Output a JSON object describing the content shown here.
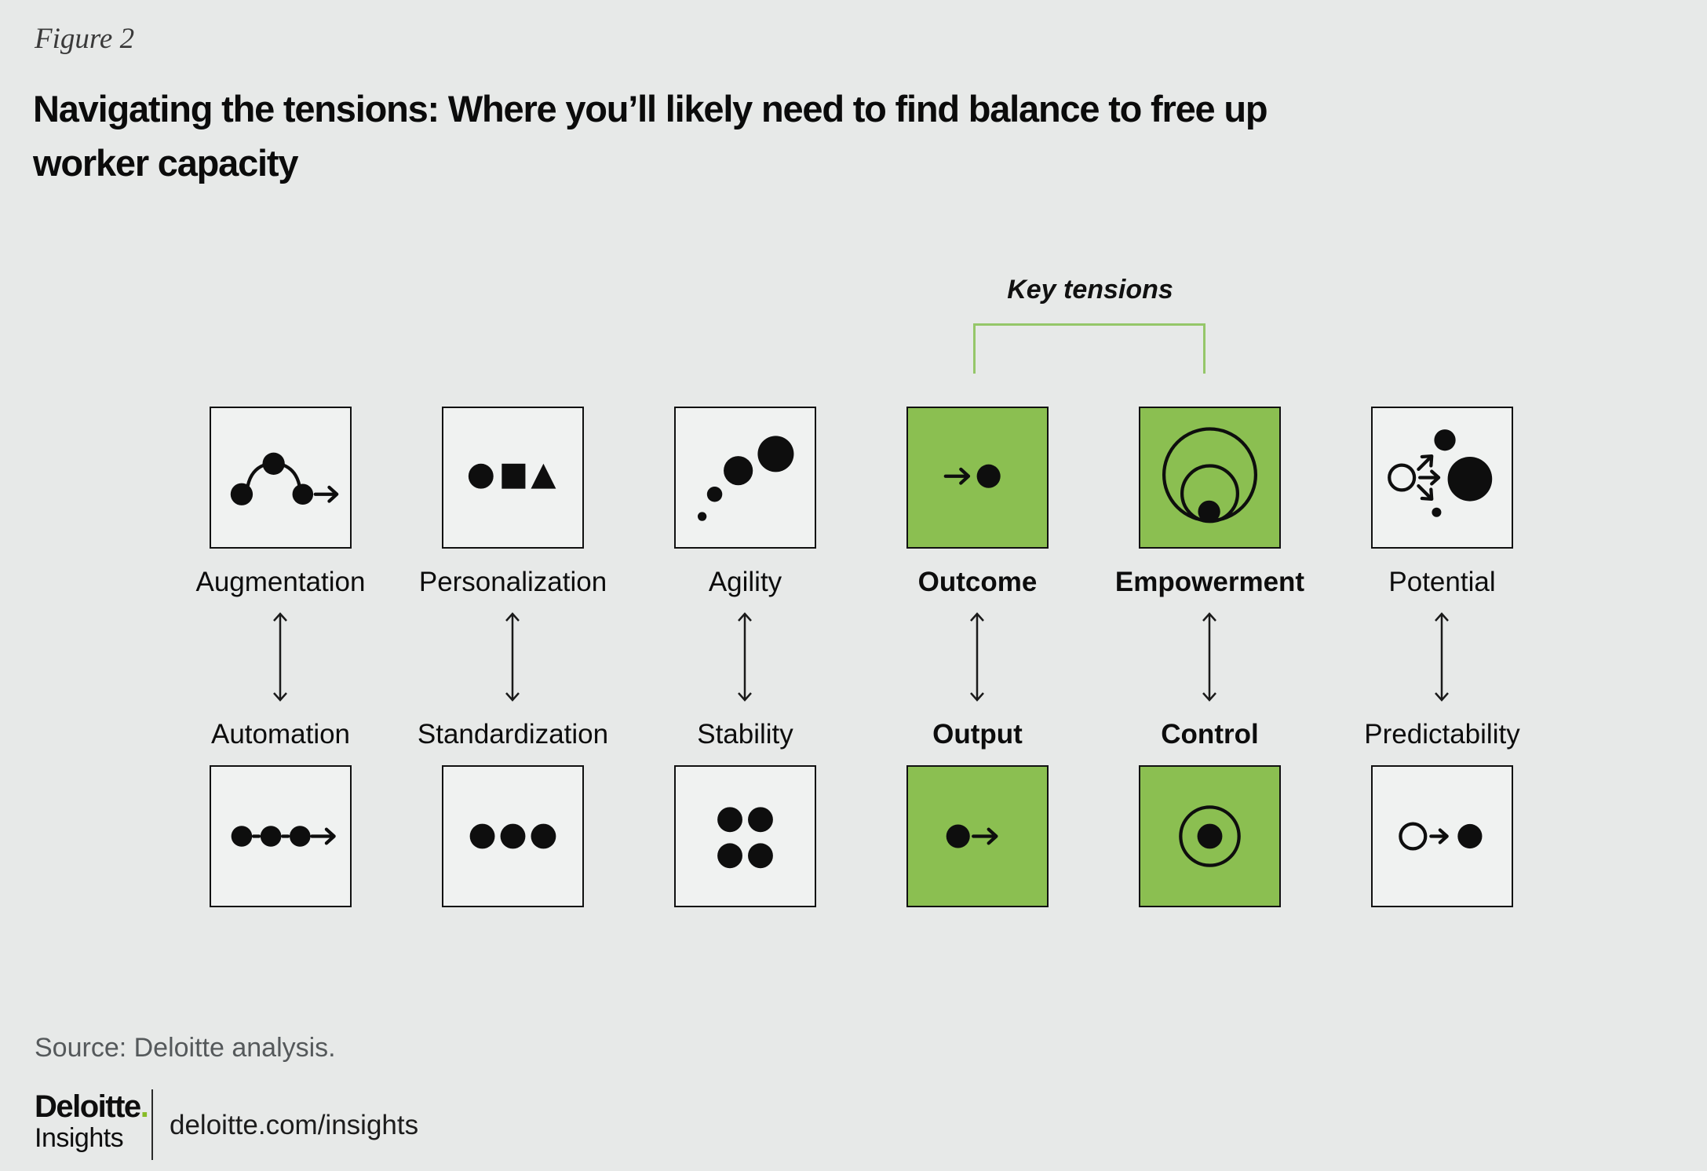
{
  "figure_label": "Figure 2",
  "title": {
    "line1": "Navigating the tensions: Where you’ll likely need to find balance to free up",
    "line2": "worker capacity"
  },
  "key_tensions": {
    "label": "Key tensions"
  },
  "columns": [
    {
      "top_label": "Augmentation",
      "bottom_label": "Automation",
      "top_icon": "augmentation-icon",
      "bottom_icon": "automation-icon",
      "key_tension": false
    },
    {
      "top_label": "Personalization",
      "bottom_label": "Standardization",
      "top_icon": "personalization-icon",
      "bottom_icon": "standardization-icon",
      "key_tension": false
    },
    {
      "top_label": "Agility",
      "bottom_label": "Stability",
      "top_icon": "agility-icon",
      "bottom_icon": "stability-icon",
      "key_tension": false
    },
    {
      "top_label": "Outcome",
      "bottom_label": "Output",
      "top_icon": "outcome-icon",
      "bottom_icon": "output-icon",
      "key_tension": true
    },
    {
      "top_label": "Empowerment",
      "bottom_label": "Control",
      "top_icon": "empowerment-icon",
      "bottom_icon": "control-icon",
      "key_tension": true
    },
    {
      "top_label": "Potential",
      "bottom_label": "Predictability",
      "top_icon": "potential-icon",
      "bottom_icon": "predictability-icon",
      "key_tension": false
    }
  ],
  "source_note": "Source: Deloitte analysis.",
  "footer": {
    "brand": "Deloitte",
    "brand_dot": ".",
    "brand_sub": "Insights",
    "url": "deloitte.com/insights"
  },
  "colors": {
    "background": "#e7e9e8",
    "box_fill": "#f0f2f1",
    "green_fill": "#8bbf51",
    "bracket_green": "#95c769",
    "ink": "#0e0e0e",
    "source_gray": "#55595b",
    "logo_dot_green": "#86bc25"
  }
}
